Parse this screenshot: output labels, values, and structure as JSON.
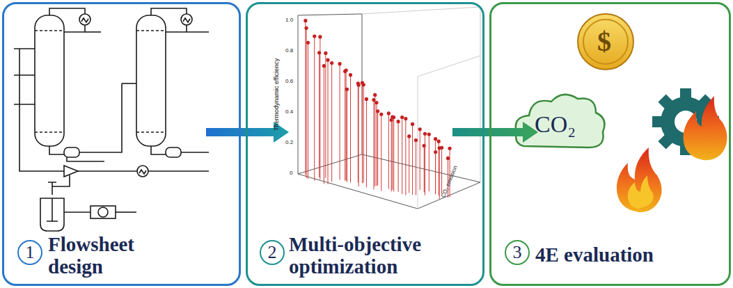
{
  "diagram": {
    "nodes": [
      {
        "text": [
          "1",
          "Flowsheet design"
        ]
      },
      {
        "text": [
          "2",
          "Multi-objective optimization"
        ]
      },
      {
        "text": [
          "3",
          "4E evaluation"
        ]
      }
    ],
    "edges": [
      {
        "from": 0,
        "to": 1,
        "arrow": "to"
      },
      {
        "from": 1,
        "to": 2,
        "arrow": "to"
      }
    ],
    "labels": [
      "Thermodynamic efficiency",
      "CO₂ emission",
      "1.0",
      "0.8",
      "0.6",
      "0.4",
      "0.2",
      "0",
      "$",
      "CO₂"
    ]
  }
}
